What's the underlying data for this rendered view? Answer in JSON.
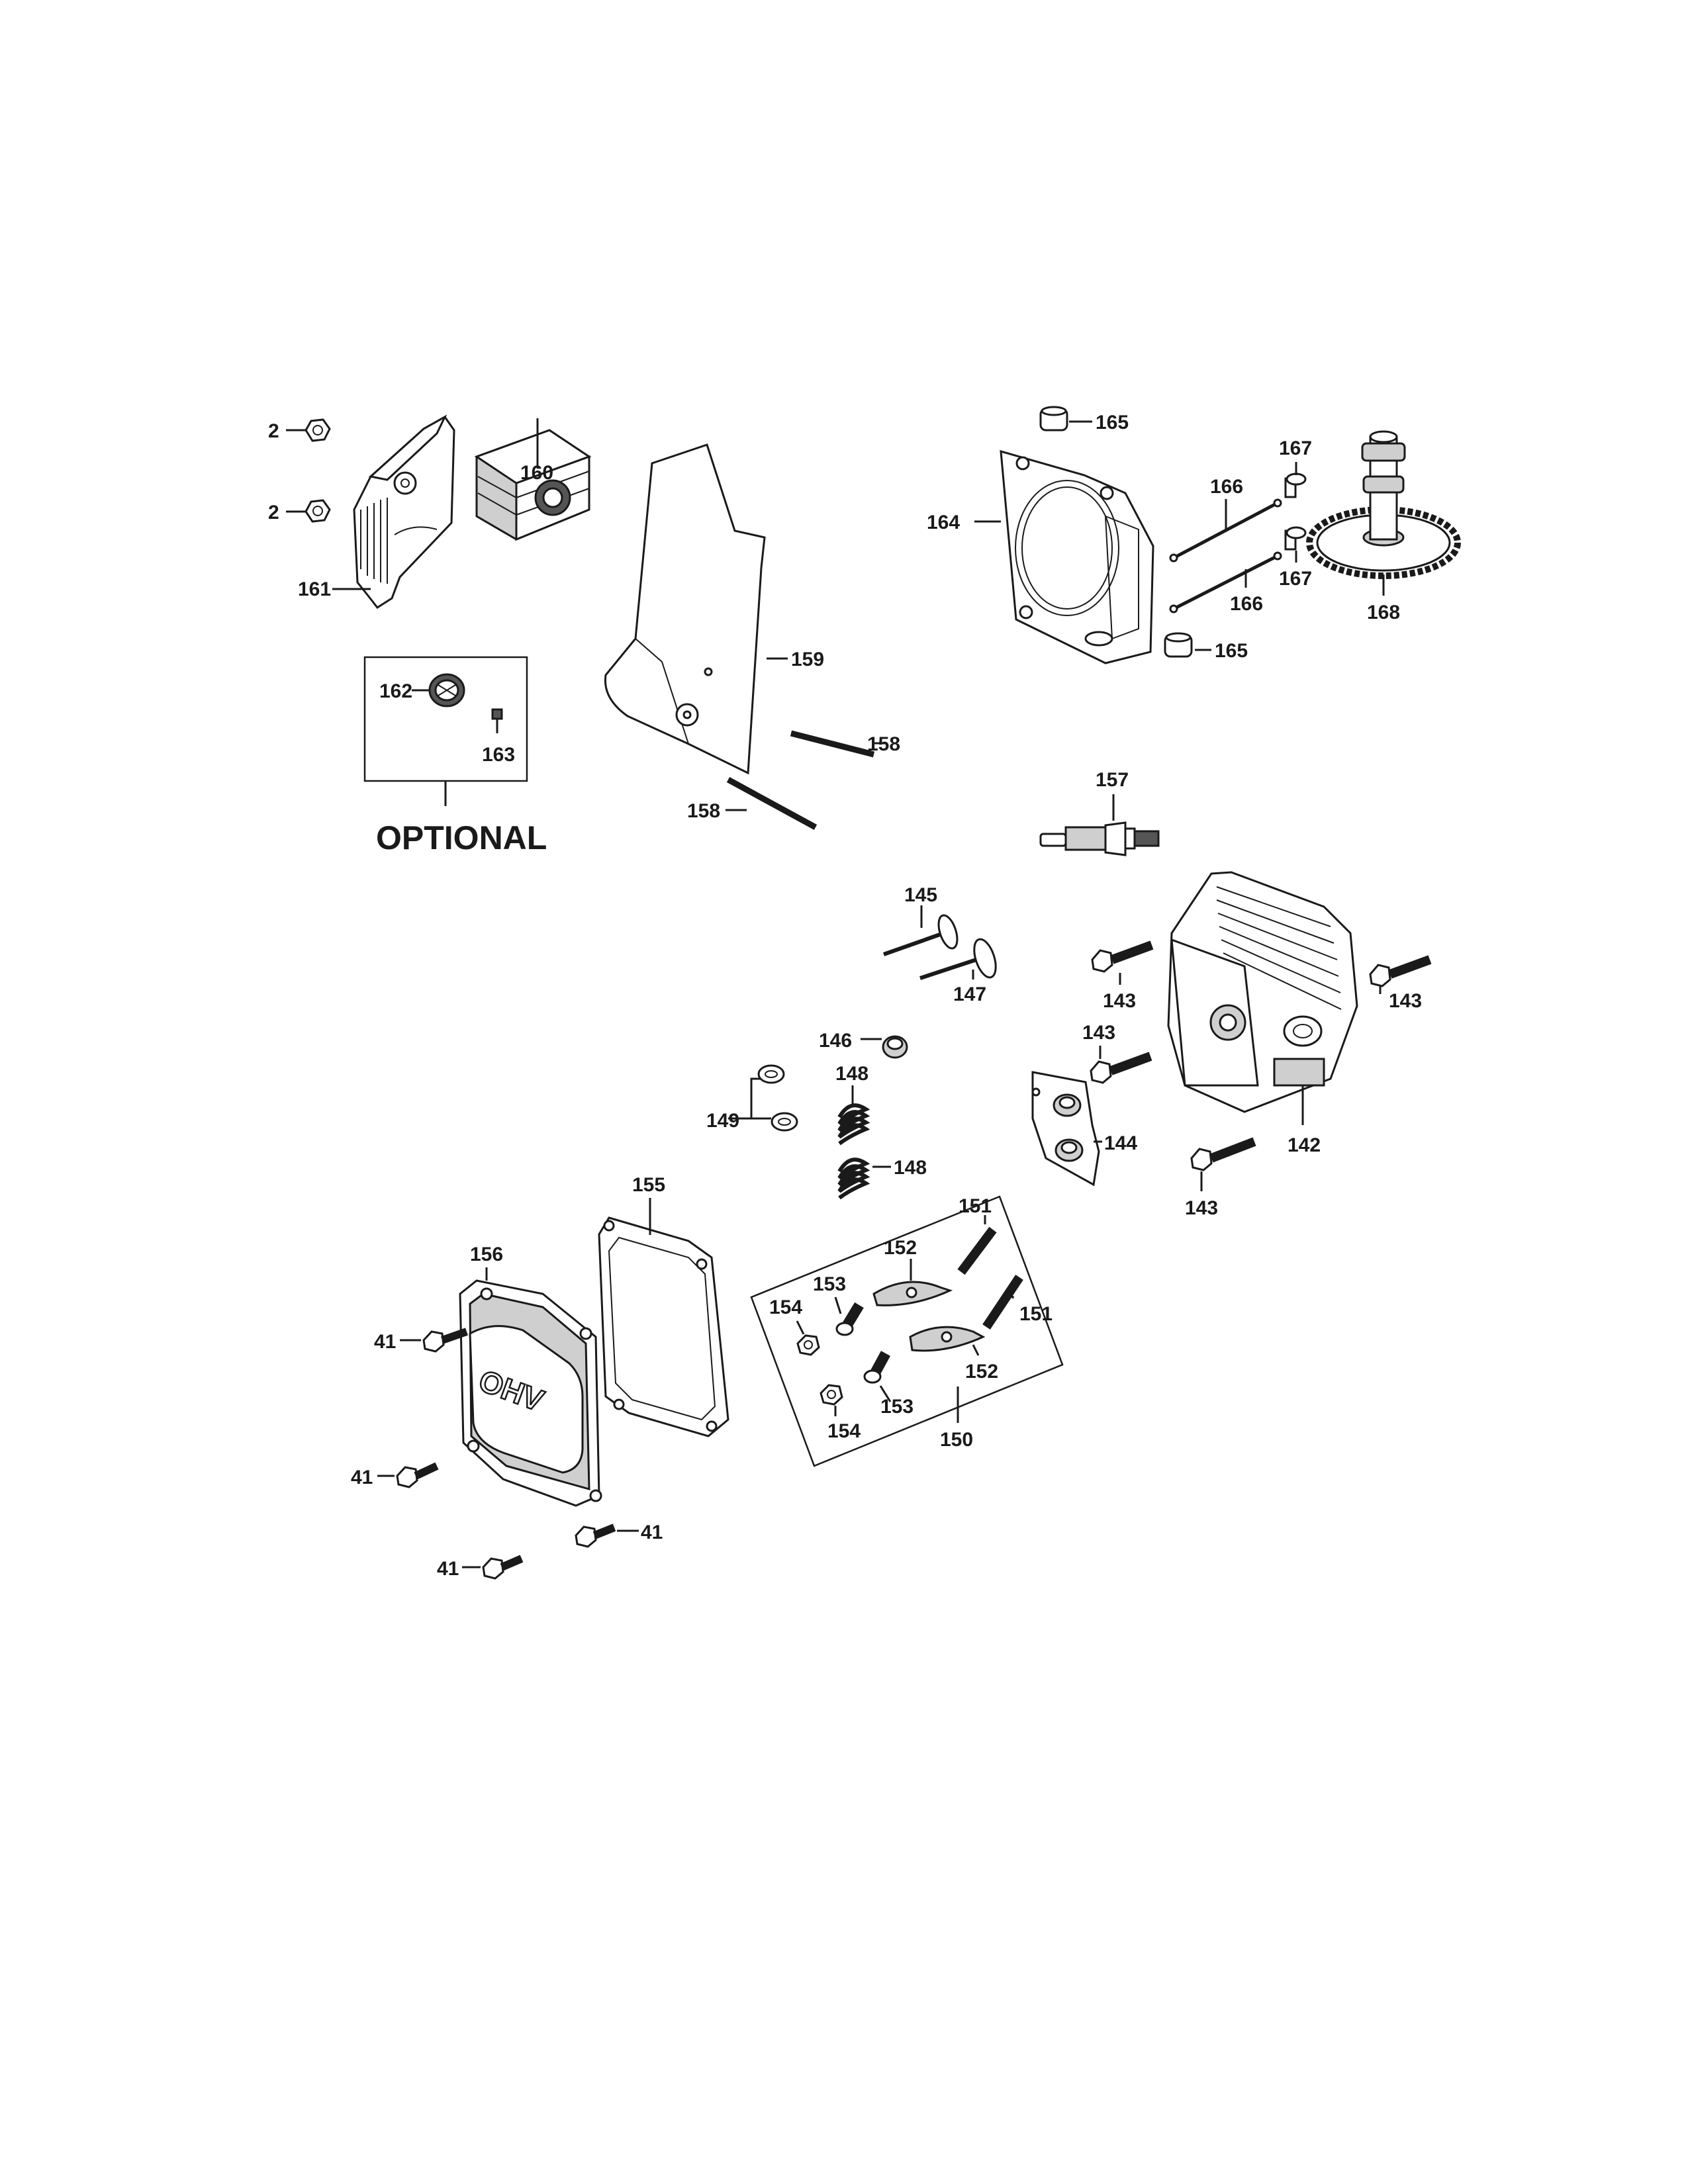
{
  "labels": {
    "p2a": "2",
    "p2b": "2",
    "p161": "161",
    "p160": "160",
    "p162": "162",
    "p163": "163",
    "optional": "OPTIONAL",
    "p159": "159",
    "p158a": "158",
    "p158b": "158",
    "p165a": "165",
    "p164": "164",
    "p166a": "166",
    "p167a": "167",
    "p167b": "167",
    "p166b": "166",
    "p165b": "165",
    "p168": "168",
    "p157": "157",
    "p145": "145",
    "p147": "147",
    "p143a": "143",
    "p143b": "143",
    "p143c": "143",
    "p143d": "143",
    "p146": "146",
    "p148a": "148",
    "p148b": "148",
    "p149": "149",
    "p142": "142",
    "p144": "144",
    "p155": "155",
    "p156": "156",
    "p151a": "151",
    "p151b": "151",
    "p152a": "152",
    "p152b": "152",
    "p153a": "153",
    "p153b": "153",
    "p154a": "154",
    "p154b": "154",
    "p150": "150",
    "p41a": "41",
    "p41b": "41",
    "p41c": "41",
    "p41d": "41"
  },
  "cover_marking": "OHV",
  "colors": {
    "ink": "#1a1a1a",
    "paper": "#ffffff",
    "shade": "#cfcfcf"
  }
}
